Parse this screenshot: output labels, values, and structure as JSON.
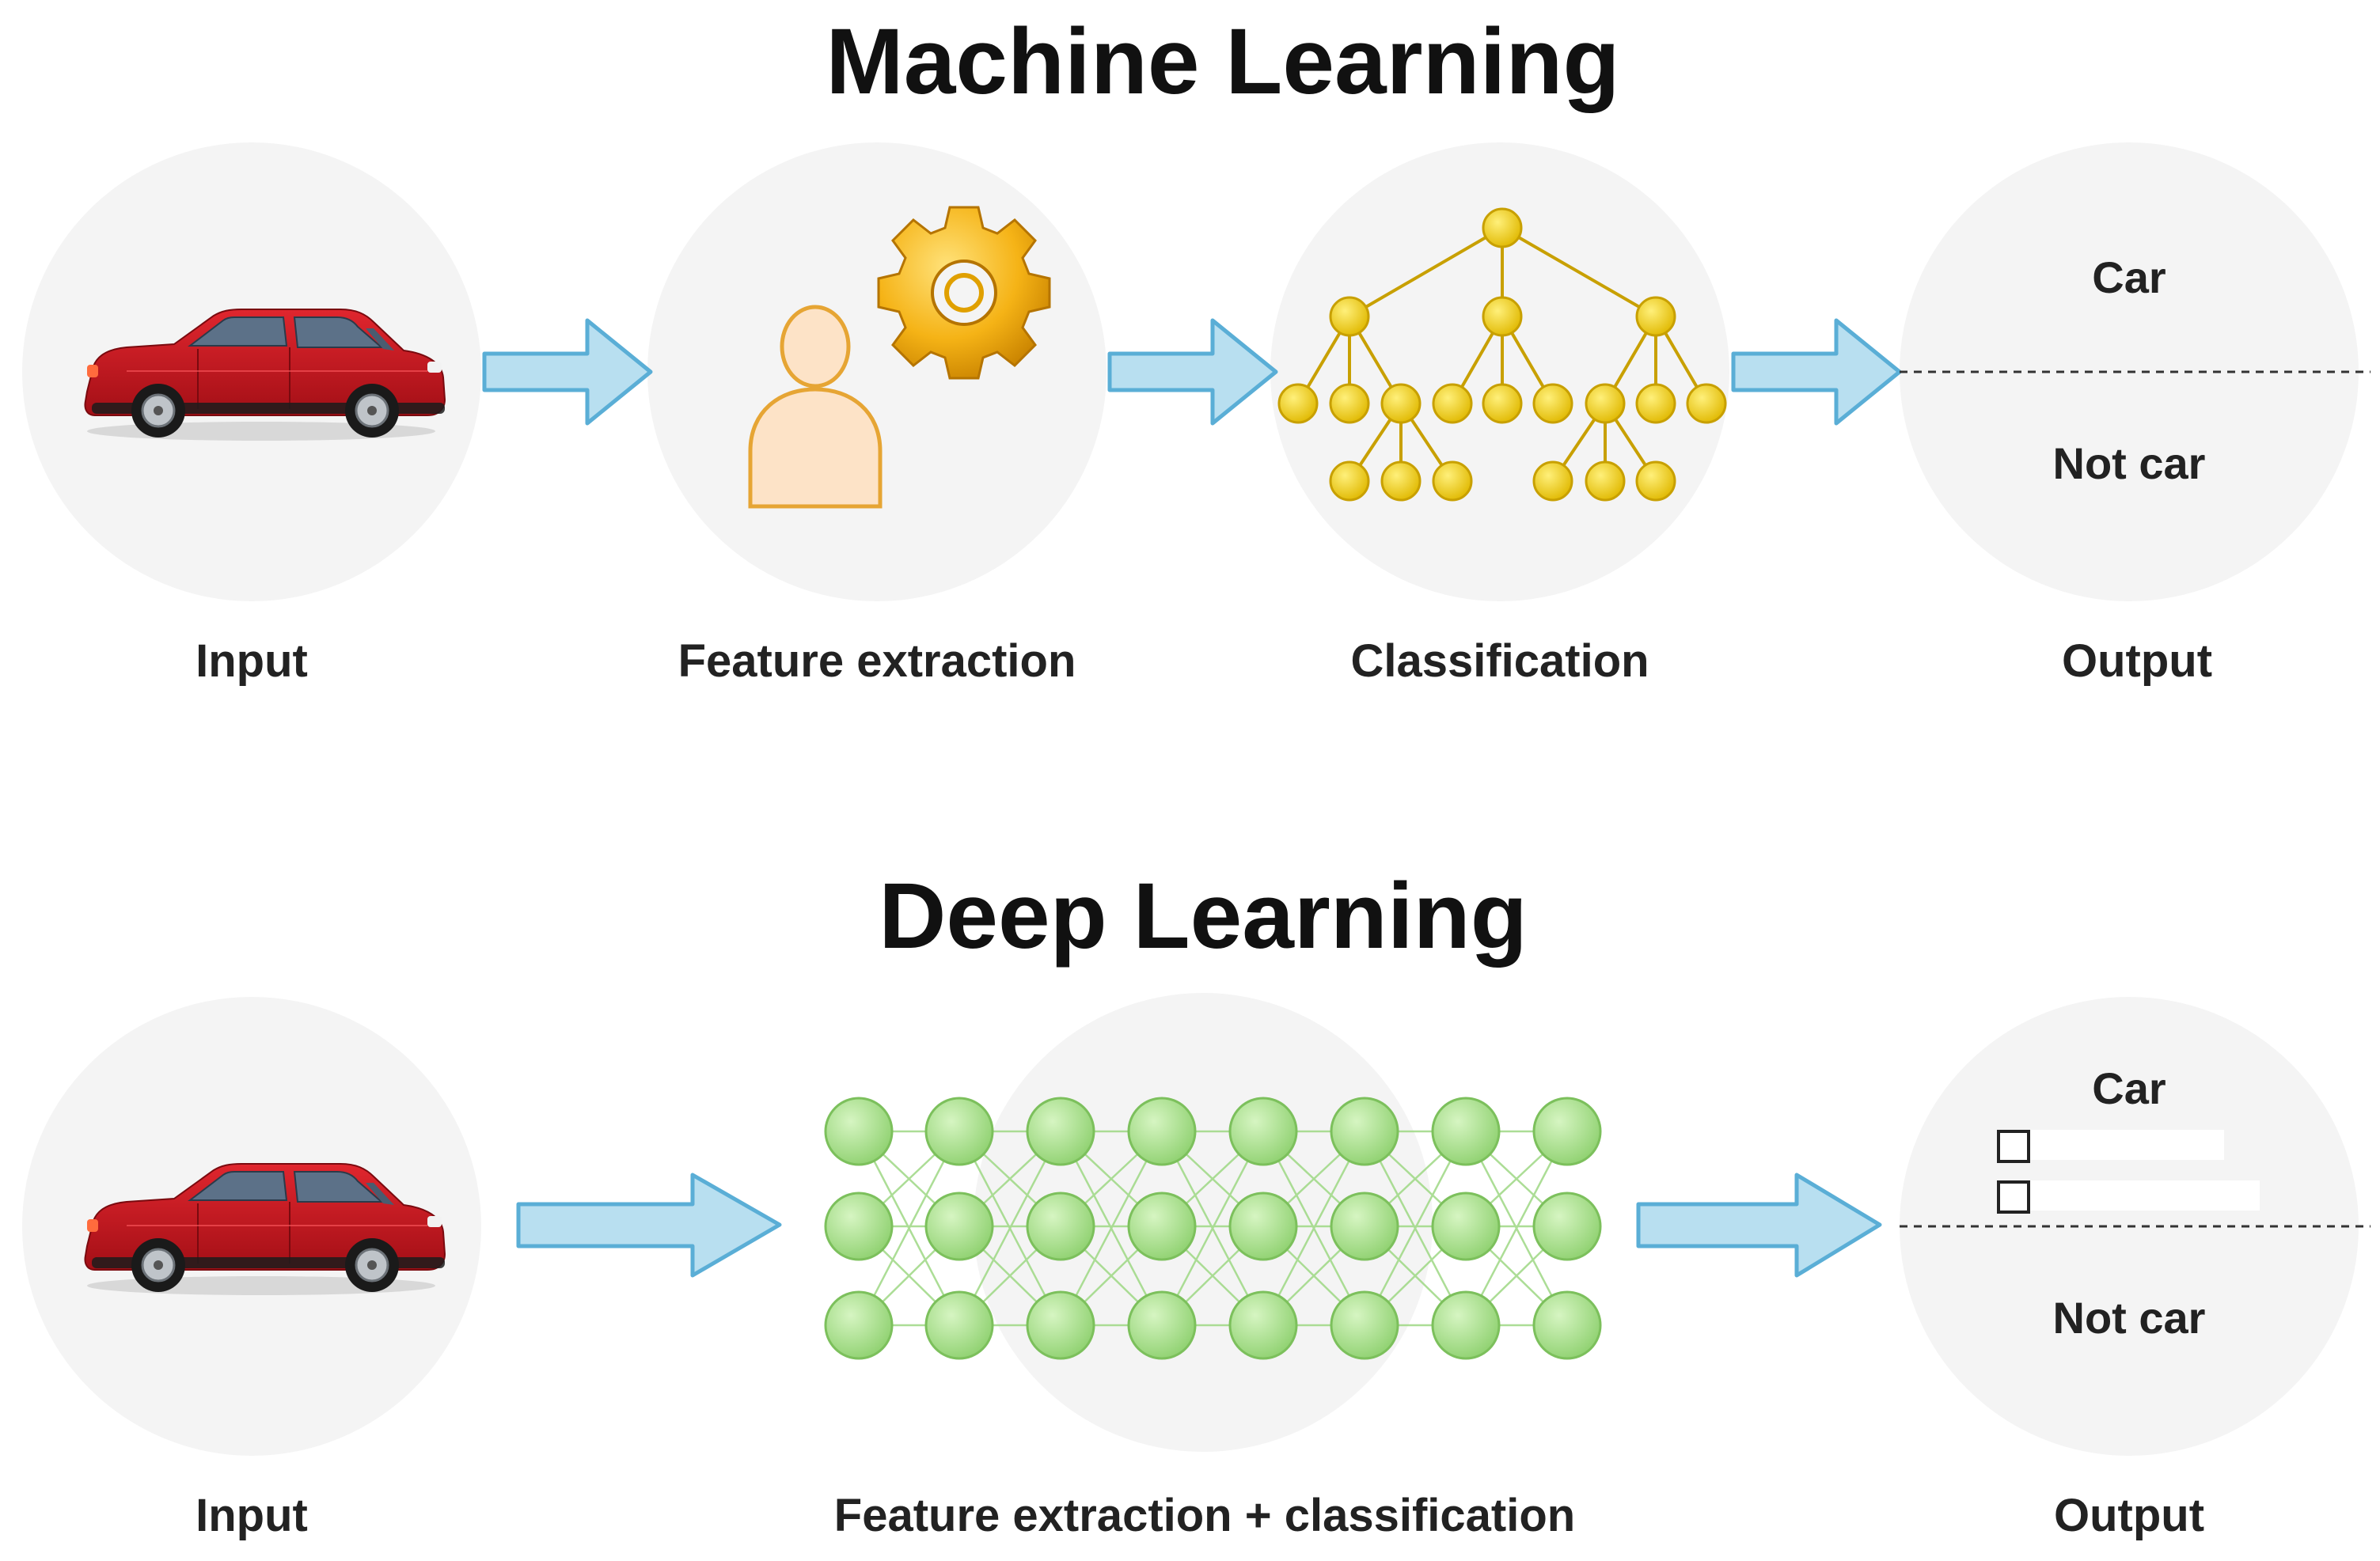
{
  "sections": {
    "machine_learning": {
      "title": "Machine Learning",
      "stages": {
        "input": "Input",
        "feature_extraction": "Feature extraction",
        "classification": "Classification",
        "output": "Output"
      },
      "output_classes": {
        "positive": "Car",
        "negative": "Not car"
      }
    },
    "deep_learning": {
      "title": "Deep Learning",
      "stages": {
        "input": "Input",
        "feature_extraction_classification": "Feature extraction + classification",
        "output": "Output"
      },
      "output_classes": {
        "positive": "Car",
        "negative": "Not car"
      }
    }
  },
  "icons": {
    "input": "red-car-icon",
    "feature_extraction": "person-with-gear-icon",
    "classification": "decision-tree-icon",
    "neural_network": "neural-network-icon",
    "arrow": "right-arrow-icon"
  },
  "colors": {
    "circle_background": "#f4f4f4",
    "arrow_fill": "#b8dff0",
    "arrow_stroke": "#5aaed6",
    "tree_nodes": "#e8c200",
    "neural_nodes": "#9ed884",
    "car_body": "#c8141c",
    "person_fill": "#fde3c7",
    "gear_fill": "#f5b316"
  }
}
